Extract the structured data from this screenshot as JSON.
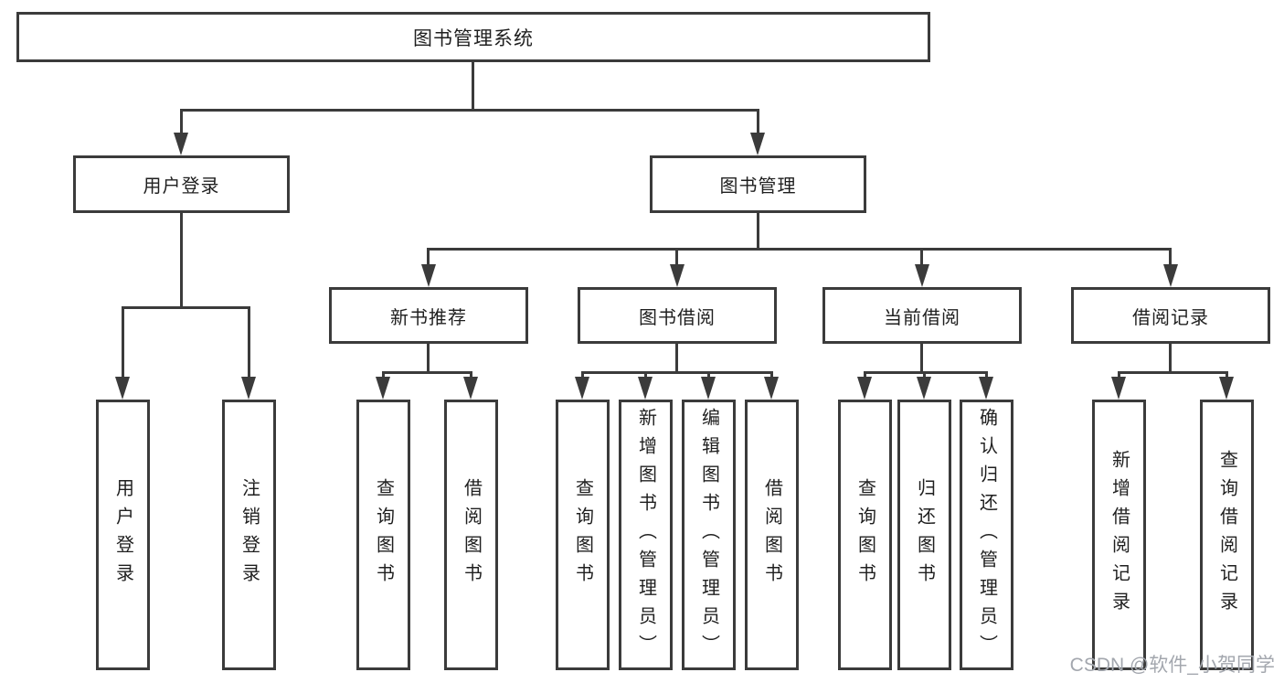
{
  "diagram": {
    "title": "图书管理系统",
    "root": "图书管理系统",
    "level2": [
      "用户登录",
      "图书管理"
    ],
    "level3": [
      "新书推荐",
      "图书借阅",
      "当前借阅",
      "借阅记录"
    ],
    "leaves": [
      "用户登录",
      "注销登录",
      "查询图书",
      "借阅图书",
      "查询图书",
      "新增图书（管理员）",
      "编辑图书（管理员）",
      "借阅图书",
      "查询图书",
      "归还图书",
      "确认归还（管理员）",
      "新增借阅记录",
      "查询借阅记录"
    ]
  },
  "watermark": "CSDN @软件_小贺同学",
  "colors": {
    "line": "#3b3b3b",
    "text": "#1f1f1f",
    "bg": "#ffffff",
    "watermark": "#a3a7ae"
  }
}
